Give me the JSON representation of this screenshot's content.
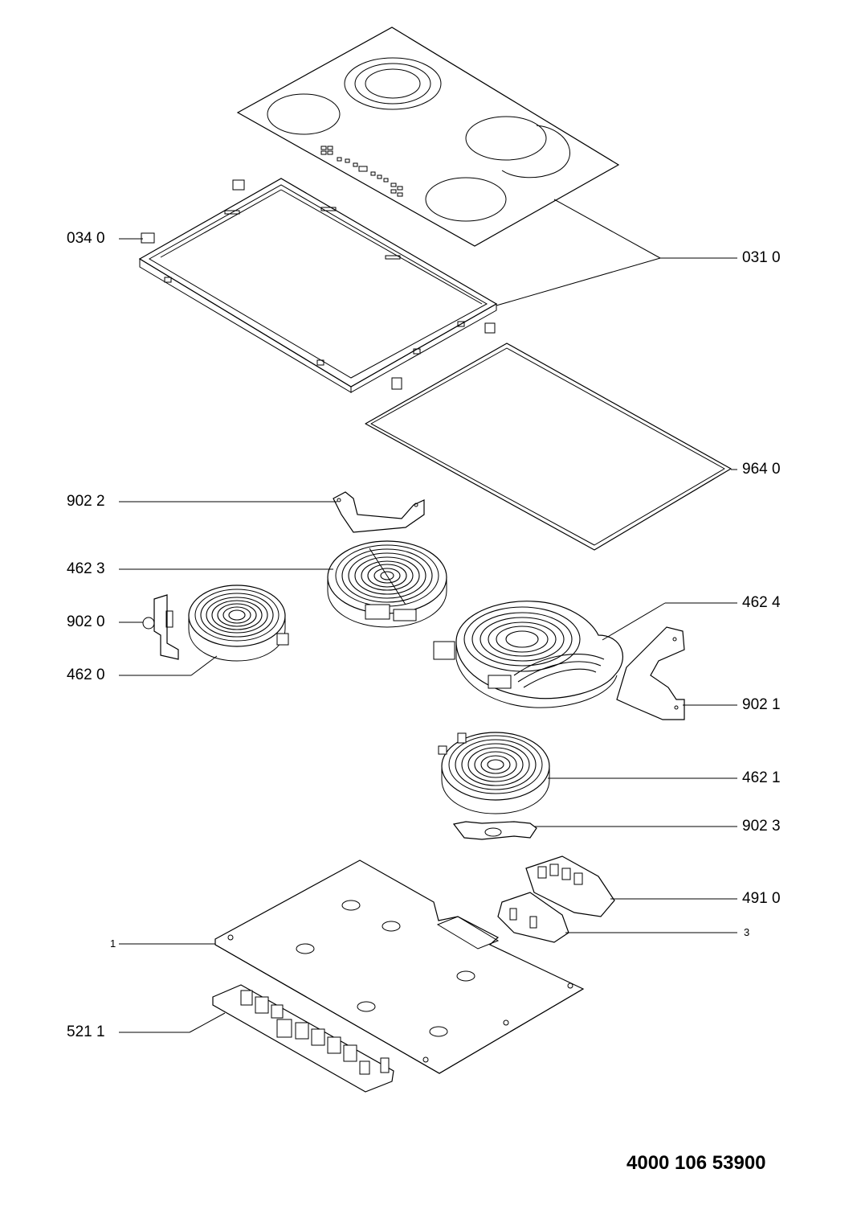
{
  "callouts": {
    "c0340": "034 0",
    "c0310": "031 0",
    "c9640": "964 0",
    "c9022": "902 2",
    "c4623": "462 3",
    "c4624": "462 4",
    "c9020": "902 0",
    "c4620": "462 0",
    "c9021": "902 1",
    "c4621": "462 1",
    "c9023": "902 3",
    "c4910": "491 0",
    "c1": "1",
    "c3": "3",
    "c5211": "521 1"
  },
  "reference_number": "4000 106 53900",
  "colors": {
    "line": "#000000",
    "background": "#ffffff"
  }
}
